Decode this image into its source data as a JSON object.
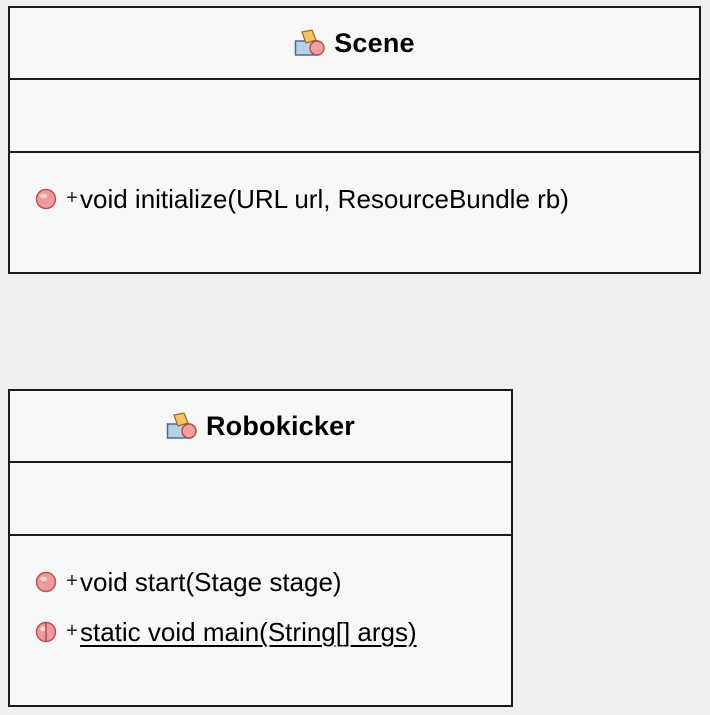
{
  "diagram": {
    "classes": [
      {
        "name": "Scene",
        "attributes": [],
        "operations": [
          {
            "visibility": "+",
            "signature": "void initialize(URL url, ResourceBundle rb)",
            "static": false
          }
        ]
      },
      {
        "name": "Robokicker",
        "attributes": [],
        "operations": [
          {
            "visibility": "+",
            "signature": "void start(Stage stage)",
            "static": false
          },
          {
            "visibility": "+",
            "signature": "static void main(String[] args)",
            "static": true
          }
        ]
      }
    ]
  },
  "colors": {
    "background": "#f0f0f0",
    "class_fill": "#f7f7f7",
    "border": "#1a1a1a",
    "method_icon": "#e88a8a"
  },
  "icons": {
    "class_icon": "class-icon",
    "method_icon": "method-icon",
    "static_method_icon": "static-method-icon"
  }
}
